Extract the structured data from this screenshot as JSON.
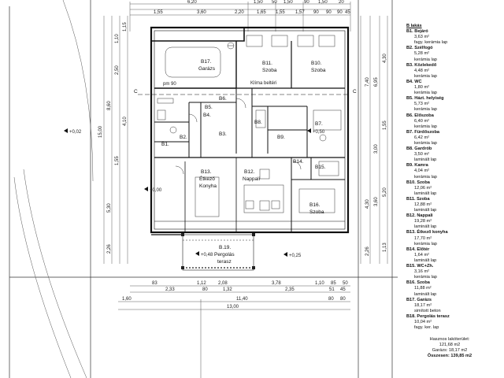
{
  "dims_top": {
    "outer_a": "6,20",
    "outer_b": "1,50",
    "outer_c": "50",
    "outer_d": "1,50",
    "outer_e": "90",
    "outer_f": "1,50",
    "outer_g": "20",
    "mid_a": "1,55",
    "mid_b": "3,60",
    "mid_c": "2,20",
    "mid_d": "1,65",
    "mid_e": "1,55",
    "mid_f": "1,57",
    "mid_g": "90",
    "mid_h": "90",
    "mid_i": "90",
    "mid_j": "45"
  },
  "dims_bottom": {
    "r1_a": "83",
    "r1_b": "1,12",
    "r1_c": "2,08",
    "r1_d": "3,78",
    "r1_e": "1,10",
    "r1_f": "85",
    "r1_g": "50",
    "r2_a": "2,33",
    "r2_b": "80",
    "r2_c": "1,32",
    "r2_d": "2,35",
    "r2_e": "51",
    "r2_f": "45",
    "r3_a": "1,60",
    "r3_b": "11,40",
    "r3_c": "80",
    "r3_d": "80",
    "r4": "13,00"
  },
  "dims_left": {
    "total": "15,00",
    "a": "8,60",
    "b": "2,50",
    "c": "5,30",
    "d": "2,26",
    "e": "1,10",
    "f": "4,10",
    "g": "1,15",
    "h": "1,55"
  },
  "dims_right": {
    "a": "7,40",
    "b": "6,95",
    "c": "4,30",
    "d": "4,30",
    "e": "3,00",
    "f": "5,20",
    "g": "2,26",
    "h": "1,13",
    "i": "1,55",
    "j": "3,60"
  },
  "levels": {
    "l1": "+0,02",
    "l2": "+0,00",
    "l3": "+0,48",
    "l4": "+0,25",
    "l5": "+0,50"
  },
  "section_marks": {
    "left": "C",
    "right": "C"
  },
  "rooms": {
    "b17_code": "B17.",
    "b17_name": "Garázs",
    "b11_code": "B11.",
    "b11_name": "Szoba",
    "b10_code": "B10.",
    "b10_name": "Szoba",
    "b6": "B6.",
    "b5": "B5.",
    "b4": "B4.",
    "b3": "B3.",
    "b2": "B2.",
    "b8": "B8.",
    "b9": "B9.",
    "b7": "B7.",
    "b14": "B14.",
    "b15": "B15.",
    "b13_code": "B13.",
    "b13_n1": "Étkező",
    "b13_n2": "Konyha",
    "b12_code": "B12.",
    "b12_name": "Nappali",
    "b16_code": "B16.",
    "b16_name": "Szoba",
    "b19_code": "B.19.",
    "b19_n1": "Pergolás",
    "b19_n2": "terasz",
    "b1": "B1.",
    "klima": "Klíma beltéri",
    "pm": "pm 90"
  },
  "legend": {
    "title": "B lakás",
    "items": [
      {
        "code": "B1.",
        "name": "Bejáró",
        "area": "3,63 m²",
        "mat": "fagy. kerámia lap"
      },
      {
        "code": "B2.",
        "name": "Szélfogó",
        "area": "5,28 m²",
        "mat": "kerámia lap"
      },
      {
        "code": "B3.",
        "name": "Közlekedő",
        "area": "4,48 m²",
        "mat": "kerámia lap"
      },
      {
        "code": "B4.",
        "name": "WC",
        "area": "1,80 m²",
        "mat": "kerámia lap"
      },
      {
        "code": "B5.",
        "name": "Házt. helyiség",
        "area": "5,73 m²",
        "mat": "kerámia lap"
      },
      {
        "code": "B6.",
        "name": "Előszoba",
        "area": "6,40 m²",
        "mat": "kerámia lap"
      },
      {
        "code": "B7.",
        "name": "Fürdőszoba",
        "area": "6,42 m²",
        "mat": "kerámia lap"
      },
      {
        "code": "B8.",
        "name": "Gardrób",
        "area": "3,50 m²",
        "mat": "laminált lap"
      },
      {
        "code": "B9.",
        "name": "Kamra",
        "area": "4,04 m²",
        "mat": "kerámia lap"
      },
      {
        "code": "B10.",
        "name": "Szoba",
        "area": "12,06 m²",
        "mat": "laminált lap"
      },
      {
        "code": "B11.",
        "name": "Szoba",
        "area": "12,88 m²",
        "mat": "laminált lap"
      },
      {
        "code": "B12.",
        "name": "Nappali",
        "area": "19,28 m²",
        "mat": "laminált lap"
      },
      {
        "code": "B13.",
        "name": "Étkező konyha",
        "area": "17,70 m²",
        "mat": "kerámia lap"
      },
      {
        "code": "B14.",
        "name": "Előtér",
        "area": "1,64 m²",
        "mat": "laminált lap"
      },
      {
        "code": "B15.",
        "name": "WC+Zh.",
        "area": "3,16 m²",
        "mat": "kerámia lap"
      },
      {
        "code": "B16.",
        "name": "Szoba",
        "area": "11,88 m²",
        "mat": "laminált lap"
      },
      {
        "code": "B17.",
        "name": "Garázs",
        "area": "18,17 m²",
        "mat": "simított beton"
      },
      {
        "code": "B18.",
        "name": "Pergolás terasz",
        "area": "10,04 m²",
        "mat": "fagy. ker. lap"
      }
    ],
    "useful_label": "Hasznos lakóterület:",
    "useful_value": "121,68 m2",
    "garage_line": "Garázs: 18,17 m2",
    "total_line": "Összesen: 139,85 m2"
  }
}
